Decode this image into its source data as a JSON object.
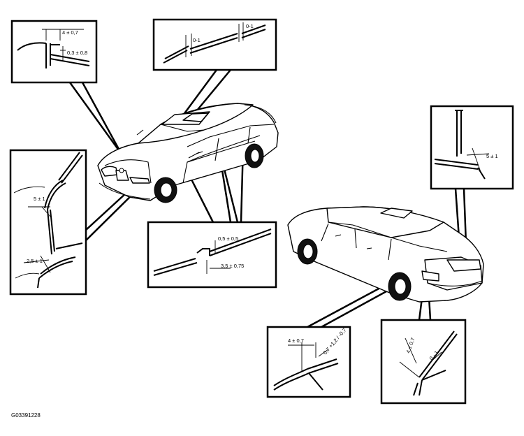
{
  "figure_code": "G03391228",
  "detail_dimensions": {
    "hood_front": {
      "top": "4 ± 0,7",
      "side": "0,3 ± 0,8"
    },
    "sunroof": {
      "left": "0-1",
      "right": "0-1"
    },
    "headlight": {
      "upper": "5 ± 1",
      "lower": "2,5 ± 1"
    },
    "door_sill": {
      "top": "0,5 ± 0,5",
      "bottom": "3,5 ± 0,75"
    },
    "trunk_side": {
      "value": "5 ± 1"
    },
    "rear_bumper": {
      "top": "4 ± 0,7",
      "side": "0,7 +1,2 / -0,7"
    },
    "taillight": {
      "diag": "4 ± 0,7",
      "side": "0 - 1"
    }
  }
}
